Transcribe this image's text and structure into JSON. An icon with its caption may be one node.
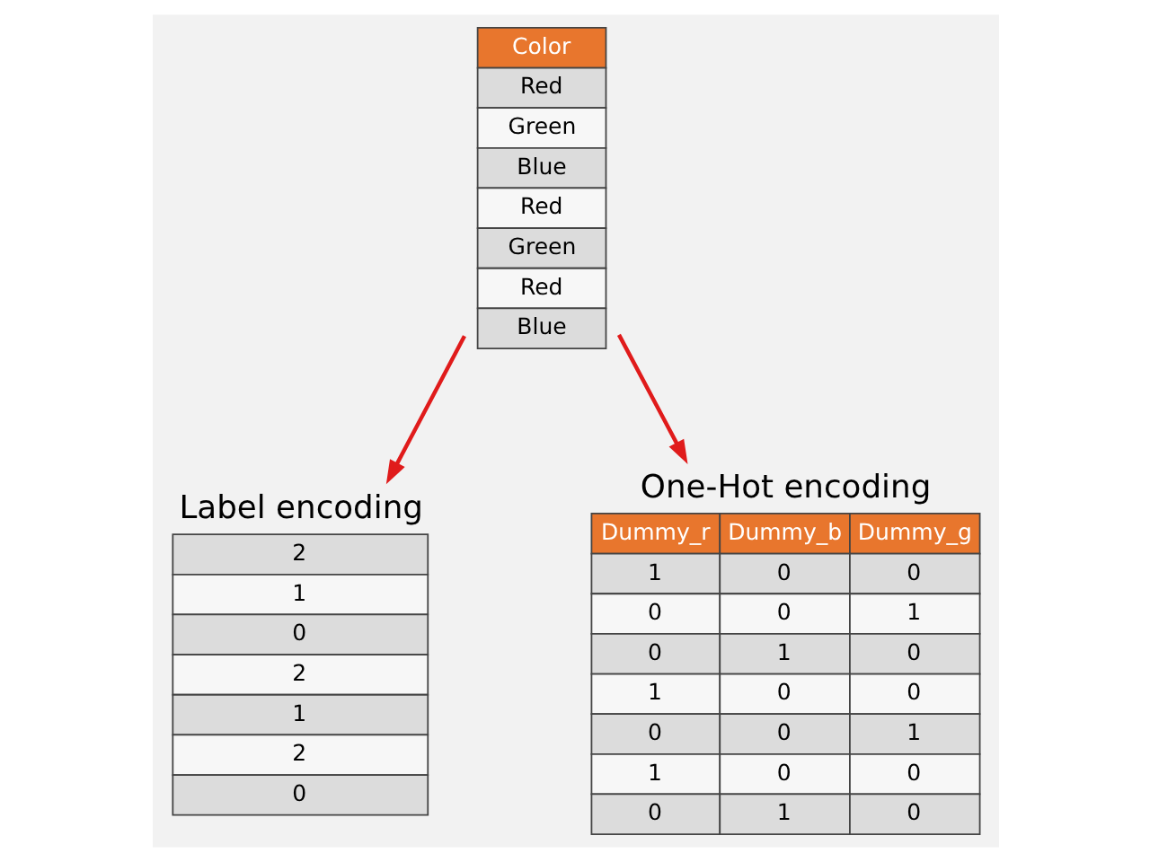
{
  "diagram": {
    "nodes": [
      {
        "text": [
          "Color",
          "Red",
          "Green",
          "Blue",
          "Red",
          "Green",
          "Red",
          "Blue"
        ]
      },
      {
        "text": [
          "Label encoding",
          "2",
          "1",
          "0",
          "2",
          "1",
          "2",
          "0"
        ]
      },
      {
        "text": [
          "One-Hot encoding",
          "Dummy_r",
          "Dummy_b",
          "Dummy_g",
          "1",
          "0",
          "0",
          "0",
          "0",
          "1",
          "0",
          "1",
          "0",
          "1",
          "0",
          "0",
          "0",
          "0",
          "1",
          "1",
          "0",
          "0",
          "0",
          "1",
          "0"
        ]
      }
    ],
    "edges": [
      {
        "from": 0,
        "to": 1,
        "arrow": "to"
      },
      {
        "from": 0,
        "to": 2,
        "arrow": "to"
      }
    ]
  }
}
